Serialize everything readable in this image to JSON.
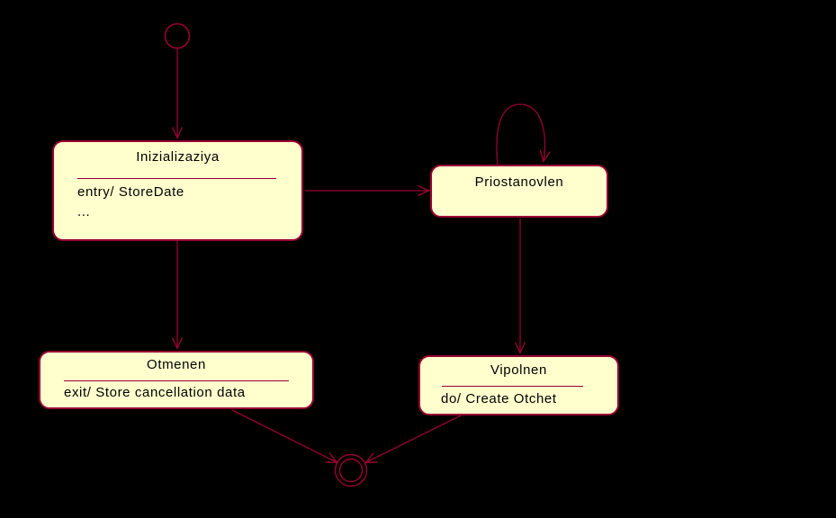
{
  "diagram": {
    "type": "uml-state-diagram",
    "colors": {
      "background": "#000000",
      "state_fill": "#FFFFCE",
      "state_border": "#990033",
      "transition_line": "#990033",
      "text": "#000000"
    },
    "states": {
      "inizializaziya": {
        "title": "Inizializaziya",
        "action1": "entry/ StoreDate",
        "action2": "..."
      },
      "priostanovlen": {
        "title": "Priostanovlen"
      },
      "otmenen": {
        "title": "Otmenen",
        "action1": "exit/ Store cancellation data"
      },
      "vipolnen": {
        "title": "Vipolnen",
        "action1": "do/ Create Otchet"
      }
    },
    "pseudostates": {
      "initial": {
        "type": "initial-state"
      },
      "final": {
        "type": "final-state"
      }
    },
    "transitions": [
      {
        "from": "initial",
        "to": "inizializaziya"
      },
      {
        "from": "inizializaziya",
        "to": "priostanovlen"
      },
      {
        "from": "inizializaziya",
        "to": "otmenen"
      },
      {
        "from": "priostanovlen",
        "to": "priostanovlen",
        "kind": "self-loop"
      },
      {
        "from": "priostanovlen",
        "to": "vipolnen"
      },
      {
        "from": "otmenen",
        "to": "final"
      },
      {
        "from": "vipolnen",
        "to": "final"
      }
    ]
  }
}
